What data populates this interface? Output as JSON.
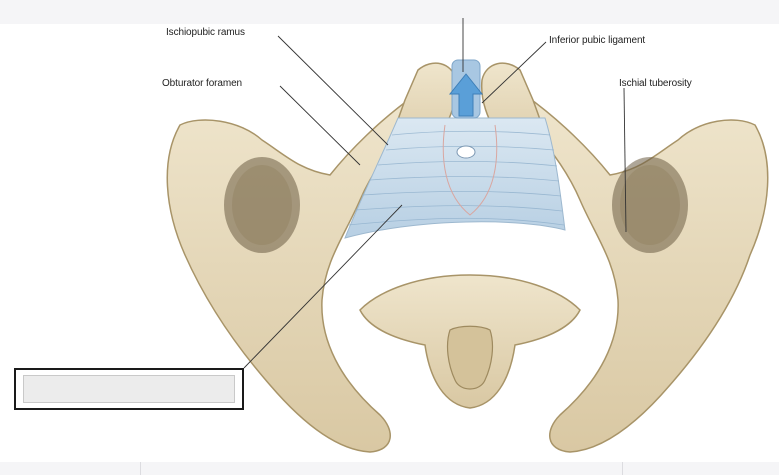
{
  "labels": {
    "ischiopubic_ramus": "Ischiopubic ramus",
    "obturator_foramen": "Obturator foramen",
    "inferior_pubic_ligament": "Inferior pubic ligament",
    "ischial_tuberosity": "Ischial tuberosity"
  },
  "answer": {
    "value": "",
    "placeholder": ""
  },
  "colors": {
    "bone": "#e8dcc0",
    "bone_shadow": "#bda981",
    "membrane": "#c9dbe8",
    "membrane_lines": "#8fb0cc",
    "arrow": "#5a9fd8",
    "leader": "#333333"
  }
}
